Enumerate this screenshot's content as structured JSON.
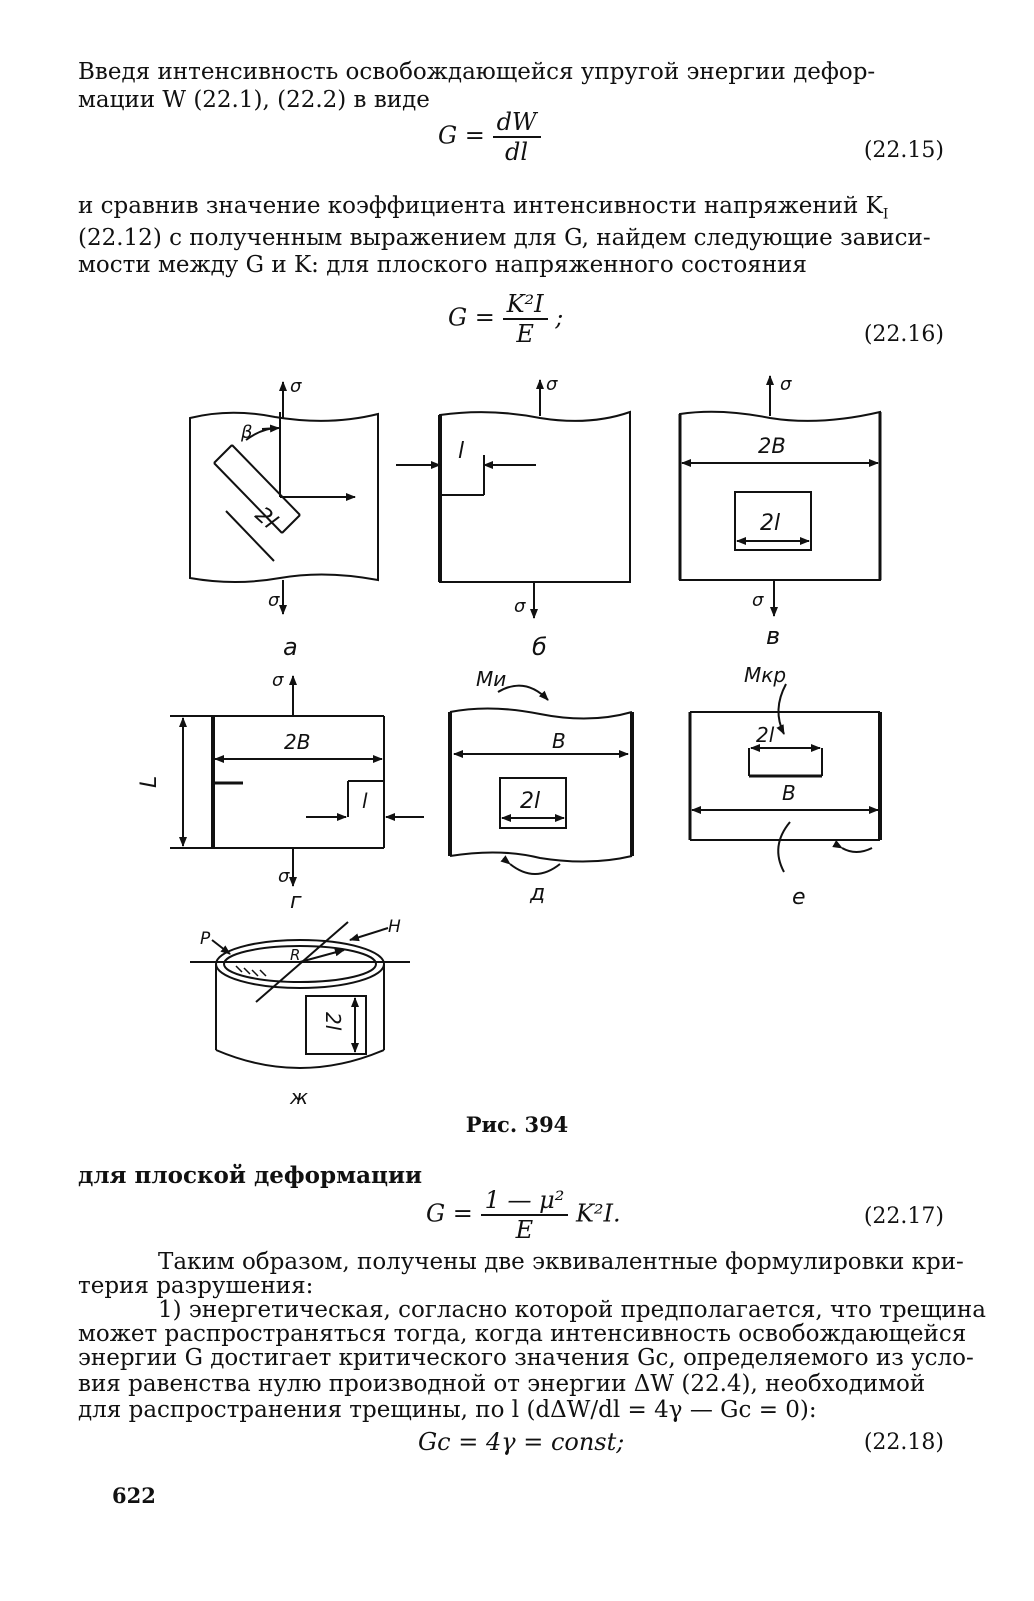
{
  "text": {
    "l1": "Введя интенсивность освобождающейся упругой энергии дефор-",
    "l2": "мации W (22.1), (22.2) в виде",
    "eq1_lhs": "G =",
    "eq1_num": "dW",
    "eq1_den": "dl",
    "eq1_no": "(22.15)",
    "l3": "и сравнив значение коэффициента интенсивности напряжений K",
    "l3_sub": "I",
    "l4": "(22.12) с полученным выражением для G, найдем следующие зависи-",
    "l5": "мости между G и K: для плоского напряженного состояния",
    "eq2_lhs": "G =",
    "eq2_num": "K²I",
    "eq2_den": "E",
    "eq2_tail": ";",
    "eq2_no": "(22.16)",
    "caption": "Рис. 394",
    "l6": "для плоской деформации",
    "eq3_lhs": "G =",
    "eq3_num": "1 — μ²",
    "eq3_den": "E",
    "eq3_tail": "K²I.",
    "eq3_no": "(22.17)",
    "l7": "Таким образом, получены две эквивалентные формулировки кри-",
    "l8": "терия разрушения:",
    "l9": "1) энергетическая, согласно которой предполагается, что трещина",
    "l10": "может распространяться тогда, когда интенсивность освобождающейся",
    "l11": "энергии G достигает критического значения Gс, определяемого из усло-",
    "l12": "вия равенства нулю производной от энергии ΔW (22.4), необходимой",
    "l13": "для распространения трещины, по l (dΔW/dl = 4γ — Gс = 0):",
    "eq4": "Gс = 4γ = const;",
    "eq4_no": "(22.18)",
    "page_number": "622"
  },
  "figure": {
    "labels": {
      "sigma": "σ",
      "beta": "β",
      "two_l": "2l",
      "l": "l",
      "two_B": "2B",
      "B": "B",
      "L": "L",
      "M_bend": "Mи",
      "M_tors": "Mкр",
      "P": "P",
      "R": "R",
      "H": "H"
    },
    "panel_letters": [
      "а",
      "б",
      "в",
      "г",
      "д",
      "е",
      "ж"
    ]
  }
}
